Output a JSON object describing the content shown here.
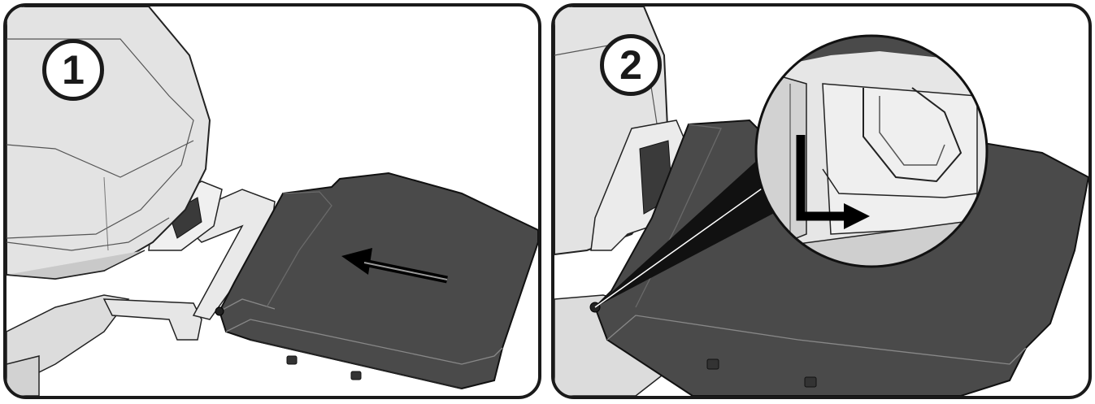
{
  "steps": [
    {
      "number": "1"
    },
    {
      "number": "2"
    }
  ],
  "colors": {
    "frame": "#1a1a1a",
    "tray": "#4a4a4a",
    "tray_edge": "#2e2e2e",
    "housing": "#e3e3e3",
    "housing_shade": "#c9c9c9",
    "arrow": "#000000"
  },
  "icons": [
    "slide-left-arrow",
    "down-right-arrow"
  ]
}
